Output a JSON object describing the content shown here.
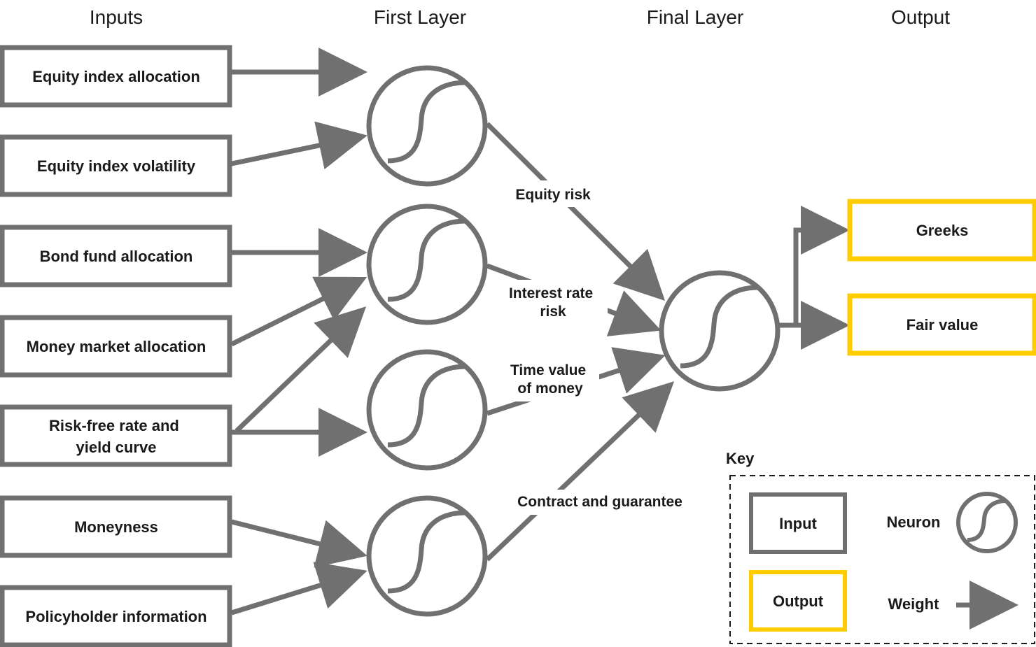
{
  "columns": {
    "inputs": "Inputs",
    "first_layer": "First Layer",
    "final_layer": "Final Layer",
    "output": "Output"
  },
  "inputs": [
    {
      "lines": [
        "Equity index allocation"
      ]
    },
    {
      "lines": [
        "Equity index volatility"
      ]
    },
    {
      "lines": [
        "Bond fund allocation"
      ]
    },
    {
      "lines": [
        "Money market allocation"
      ]
    },
    {
      "lines": [
        "Risk-free rate and",
        "yield curve"
      ]
    },
    {
      "lines": [
        "Moneyness"
      ]
    },
    {
      "lines": [
        "Policyholder information"
      ]
    }
  ],
  "hidden_labels": [
    {
      "lines": [
        "Equity risk"
      ]
    },
    {
      "lines": [
        "Interest rate",
        "risk"
      ]
    },
    {
      "lines": [
        "Time value",
        "of money"
      ]
    },
    {
      "lines": [
        "Contract and guarantee"
      ]
    }
  ],
  "outputs": [
    {
      "lines": [
        "Greeks"
      ]
    },
    {
      "lines": [
        "Fair value"
      ]
    }
  ],
  "key": {
    "title": "Key",
    "input": "Input",
    "output": "Output",
    "neuron": "Neuron",
    "weight": "Weight"
  },
  "colors": {
    "stroke": "#707070",
    "output_border": "#FFCC00",
    "text": "#1a1a1a"
  }
}
